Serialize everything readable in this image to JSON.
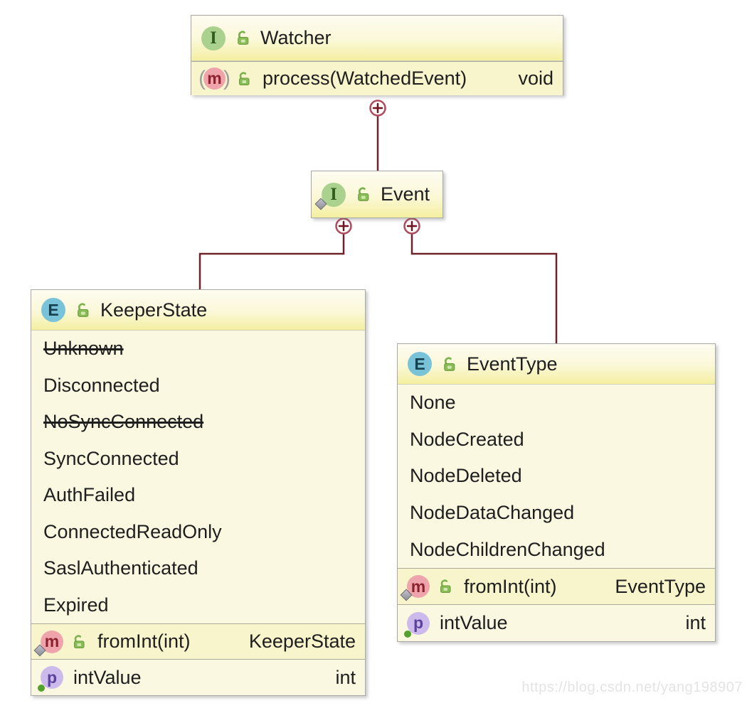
{
  "colors": {
    "canvas_bg": "#ffffff",
    "node_border": "#a8a8a8",
    "body_bg": "#fbf8e1",
    "header_top": "#fdfcf0",
    "header_mid": "#fbf8d8",
    "header_bottom": "#f4efa0",
    "method_row_bg": "#f8f4cc",
    "text": "#1e1e1e",
    "connector": "#70222c",
    "anchor_ring": "#b04a5c",
    "anchor_plus": "#70121f",
    "separator": "#aaaa9c",
    "interface_bg": "#abd18f",
    "interface_fg": "#2f5d1d",
    "enum_bg": "#79c3d8",
    "enum_fg": "#16404f",
    "method_bg": "#efa3ab",
    "method_fg": "#8c222f",
    "property_bg": "#ccbaec",
    "property_fg": "#5b4199",
    "static_gray": "#8e8e99",
    "prop_dot": "#55a12d",
    "watermark": "#e4e4e4"
  },
  "icons": {
    "interface_letter": "I",
    "enum_letter": "E",
    "method_letter": "m",
    "property_letter": "p",
    "abstract_paren_open": "(",
    "abstract_paren_close": ")"
  },
  "nodes": {
    "watcher": {
      "title": "Watcher",
      "method": {
        "name": "process(WatchedEvent)",
        "returns": "void"
      }
    },
    "event": {
      "title": "Event"
    },
    "keeperstate": {
      "title": "KeeperState",
      "members": [
        {
          "name": "Unknown",
          "deprecated": true
        },
        {
          "name": "Disconnected",
          "deprecated": false
        },
        {
          "name": "NoSyncConnected",
          "deprecated": true
        },
        {
          "name": "SyncConnected",
          "deprecated": false
        },
        {
          "name": "AuthFailed",
          "deprecated": false
        },
        {
          "name": "ConnectedReadOnly",
          "deprecated": false
        },
        {
          "name": "SaslAuthenticated",
          "deprecated": false
        },
        {
          "name": "Expired",
          "deprecated": false
        }
      ],
      "method": {
        "name": "fromInt(int)",
        "returns": "KeeperState"
      },
      "property": {
        "name": "intValue",
        "returns": "int"
      }
    },
    "eventtype": {
      "title": "EventType",
      "members": [
        {
          "name": "None",
          "deprecated": false
        },
        {
          "name": "NodeCreated",
          "deprecated": false
        },
        {
          "name": "NodeDeleted",
          "deprecated": false
        },
        {
          "name": "NodeDataChanged",
          "deprecated": false
        },
        {
          "name": "NodeChildrenChanged",
          "deprecated": false
        }
      ],
      "method": {
        "name": "fromInt(int)",
        "returns": "EventType"
      },
      "property": {
        "name": "intValue",
        "returns": "int"
      }
    }
  },
  "watermark": "https://blog.csdn.net/yang198907"
}
